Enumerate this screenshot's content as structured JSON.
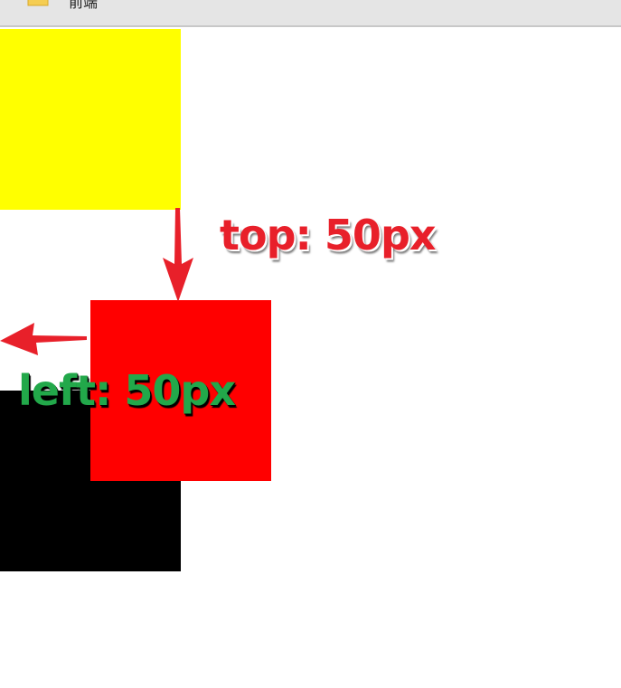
{
  "bookmarks_bar": {
    "folder": {
      "icon": "folder-icon",
      "label": "前端"
    }
  },
  "boxes": [
    {
      "name": "yellow-box",
      "color": "#ffff00"
    },
    {
      "name": "red-box",
      "color": "#ff0000"
    },
    {
      "name": "black-box",
      "color": "#000000"
    }
  ],
  "annotations": {
    "top_label": "top: 50px",
    "top_color": "#e8202a",
    "left_label": "left: 50px",
    "left_color": "#22a84a",
    "arrow_color": "#e8202a"
  }
}
